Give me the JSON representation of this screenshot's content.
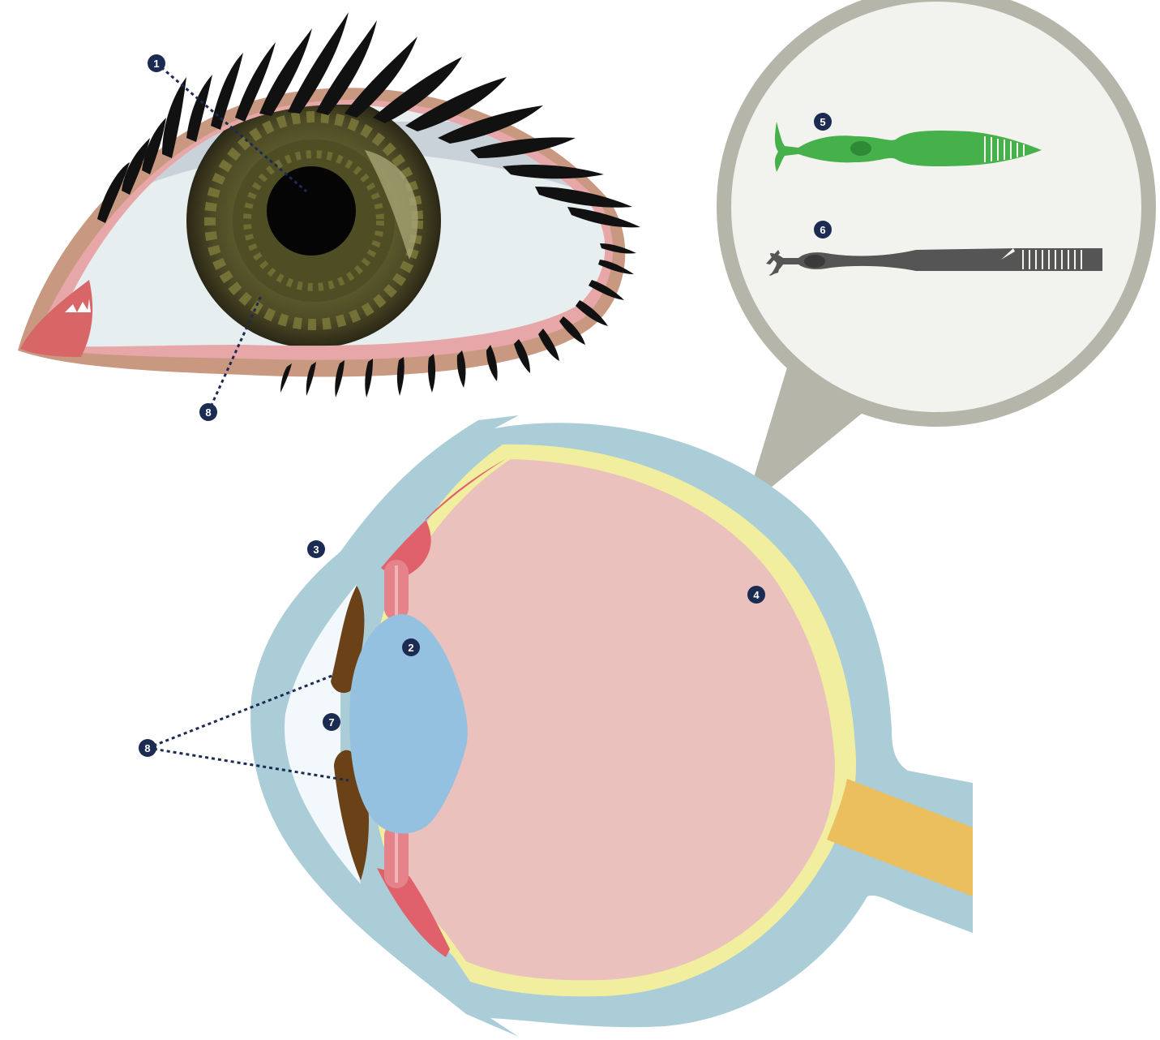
{
  "diagram": {
    "colors": {
      "label_badge": "#1c2b52",
      "sclera_outer": "#aacdd8",
      "retina_layer": "#f1ee9f",
      "vitreous": "#eac1bd",
      "lens": "#95c1e0",
      "iris": "#6b4218",
      "ciliary_body": "#e0616b",
      "optic_nerve": "#ebbe5e",
      "cornea_inner": "#f2f8fc",
      "bubble_fill": "#f2f2ee",
      "bubble_rim": "#b5b5aa",
      "cone_cell": "#46b04a",
      "rod_cell": "#555555",
      "eye_skin": "#c99880",
      "iris_front": "#5b5a2b"
    },
    "labels": {
      "pupil_marker": "1",
      "iris_marker": "8",
      "lens_marker": "2",
      "cornea_marker": "3",
      "retina_marker": "4",
      "cone_marker": "5",
      "rod_marker": "6",
      "aqueous_marker": "7",
      "iris_section_marker": "8"
    }
  }
}
